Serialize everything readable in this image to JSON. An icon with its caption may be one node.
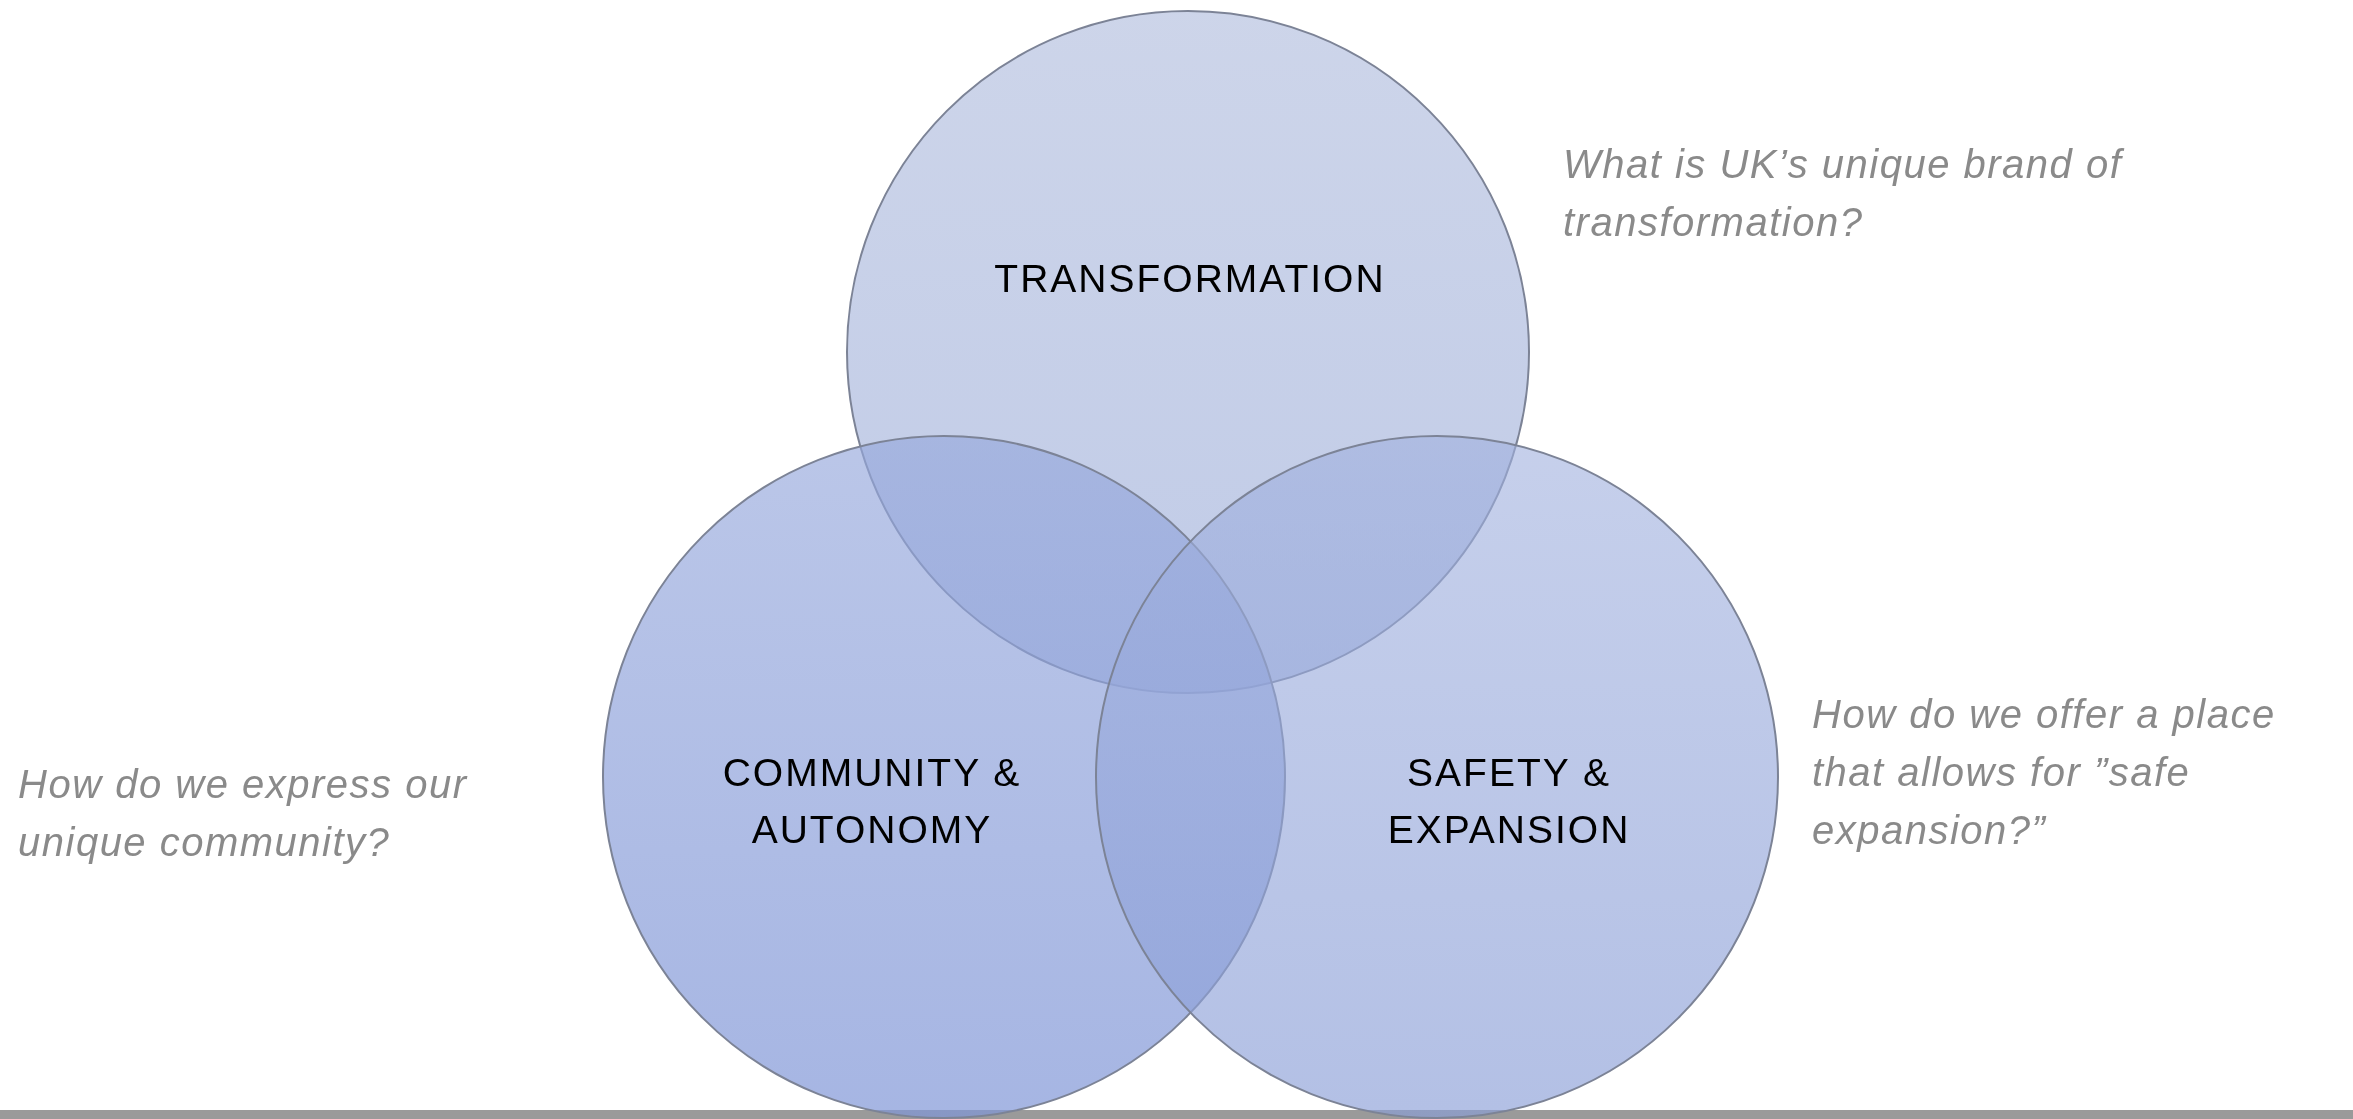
{
  "diagram": {
    "nodes": [
      {
        "text": [
          "TRANSFORMATION"
        ],
        "beside": [
          "What is UK’s unique brand of transformation?"
        ]
      },
      {
        "text": [
          "COMMUNITY & AUTONOMY"
        ],
        "beside": [
          "How do we express our unique community?"
        ]
      },
      {
        "text": [
          "SAFETY & EXPANSION"
        ],
        "beside": [
          "How do we offer a place that allows for ”safe expansion?”"
        ]
      }
    ]
  }
}
